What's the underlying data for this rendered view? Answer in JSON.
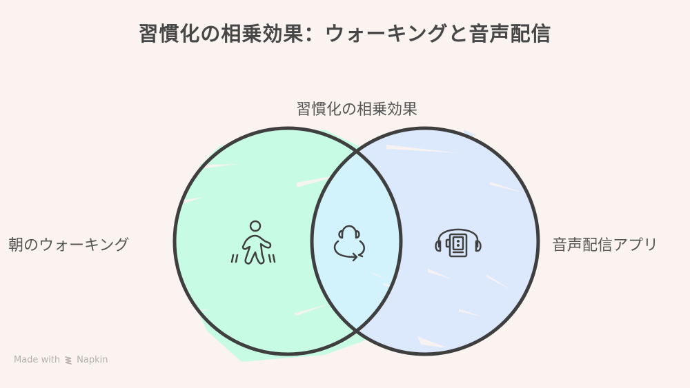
{
  "title": "習慣化の相乗効果：ウォーキングと音声配信",
  "diagram": {
    "type": "venn",
    "intersection_label": "習慣化の相乗効果",
    "sets": [
      {
        "label": "朝のウォーキング",
        "icon": "walking-person-icon",
        "fill": "#C8FBE3"
      },
      {
        "label": "音声配信アプリ",
        "icon": "headphones-audio-player-icon",
        "fill": "#DCE8FC"
      }
    ],
    "intersection": {
      "icon": "headphones-cycle-icon",
      "fill": "#D2F2FC"
    },
    "stroke": "#3F3F3F",
    "background": "#FAF3EF"
  },
  "footer": {
    "made_with": "Made with",
    "brand": "Napkin"
  }
}
